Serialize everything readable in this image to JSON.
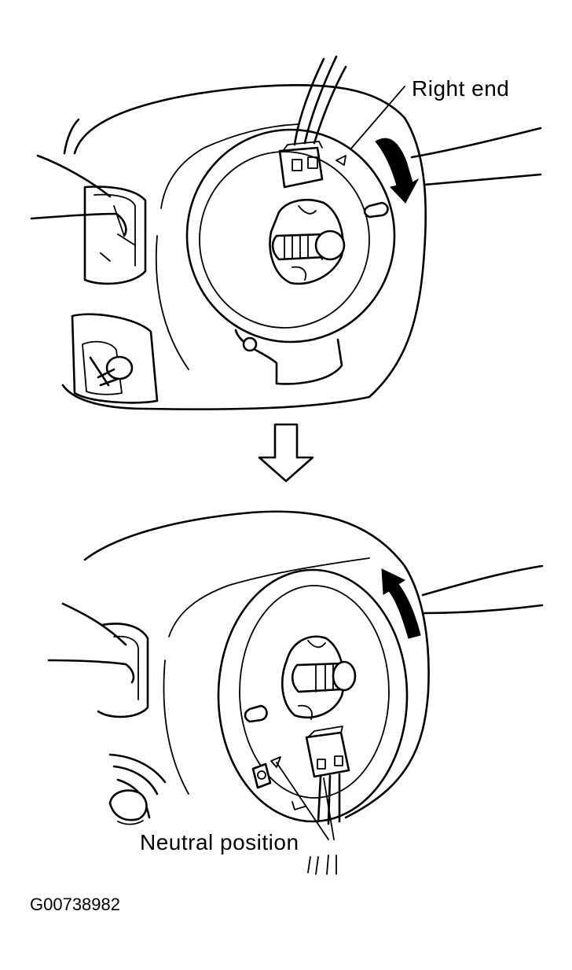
{
  "labels": {
    "right_end": "Right end",
    "neutral_position": "Neutral position",
    "figure_code": "G00738982"
  },
  "colors": {
    "ink": "#000000",
    "background": "#ffffff"
  },
  "icons": {
    "top_rotation_arrow": "arrow-clockwise-icon",
    "bottom_rotation_arrow": "arrow-counterclockwise-icon",
    "step_arrow": "arrow-down-outline-icon"
  }
}
